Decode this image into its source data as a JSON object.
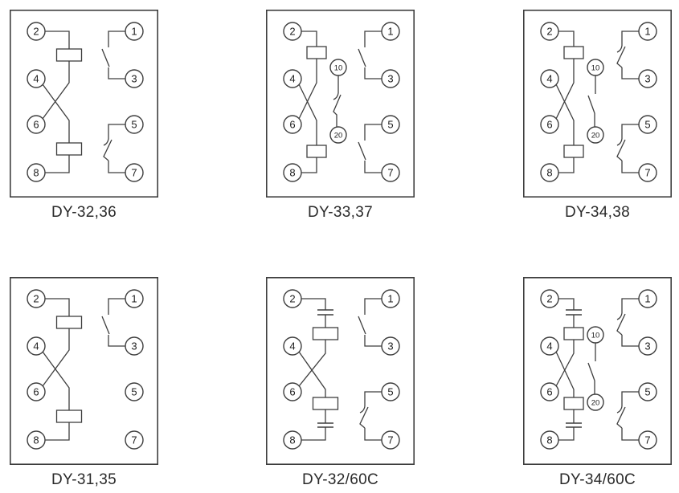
{
  "page": {
    "background": "#ffffff"
  },
  "style": {
    "line_color": "#3e3e3e",
    "terminal_text_color": "#1d1d1d",
    "label_color": "#2a2a2a"
  },
  "diagrams": [
    {
      "title": "DY-32,36",
      "left_terminals": [
        "2",
        "4",
        "6",
        "8"
      ],
      "right_terminals": [
        "1",
        "3",
        "5",
        "7"
      ],
      "middle_terminals": [],
      "has_capacitors": false,
      "middle_contact": "none",
      "contact_1_3": "open",
      "contact_5_7": "hooked"
    },
    {
      "title": "DY-33,37",
      "left_terminals": [
        "2",
        "4",
        "6",
        "8"
      ],
      "right_terminals": [
        "1",
        "3",
        "5",
        "7"
      ],
      "middle_terminals": [
        "10",
        "20"
      ],
      "has_capacitors": false,
      "middle_contact": "hooked",
      "contact_1_3": "open",
      "contact_5_7": "open"
    },
    {
      "title": "DY-34,38",
      "left_terminals": [
        "2",
        "4",
        "6",
        "8"
      ],
      "right_terminals": [
        "1",
        "3",
        "5",
        "7"
      ],
      "middle_terminals": [
        "10",
        "20"
      ],
      "has_capacitors": false,
      "middle_contact": "open",
      "contact_1_3": "hooked",
      "contact_5_7": "hooked"
    },
    {
      "title": "DY-31,35",
      "left_terminals": [
        "2",
        "4",
        "6",
        "8"
      ],
      "right_terminals": [
        "1",
        "3",
        "5",
        "7"
      ],
      "middle_terminals": [],
      "has_capacitors": false,
      "middle_contact": "none",
      "contact_1_3": "open",
      "contact_5_7": "none"
    },
    {
      "title": "DY-32/60C",
      "left_terminals": [
        "2",
        "4",
        "6",
        "8"
      ],
      "right_terminals": [
        "1",
        "3",
        "5",
        "7"
      ],
      "middle_terminals": [],
      "has_capacitors": true,
      "middle_contact": "none",
      "contact_1_3": "open",
      "contact_5_7": "hooked"
    },
    {
      "title": "DY-34/60C",
      "left_terminals": [
        "2",
        "4",
        "6",
        "8"
      ],
      "right_terminals": [
        "1",
        "3",
        "5",
        "7"
      ],
      "middle_terminals": [
        "10",
        "20"
      ],
      "has_capacitors": true,
      "middle_contact": "open",
      "contact_1_3": "hooked",
      "contact_5_7": "hooked"
    }
  ]
}
